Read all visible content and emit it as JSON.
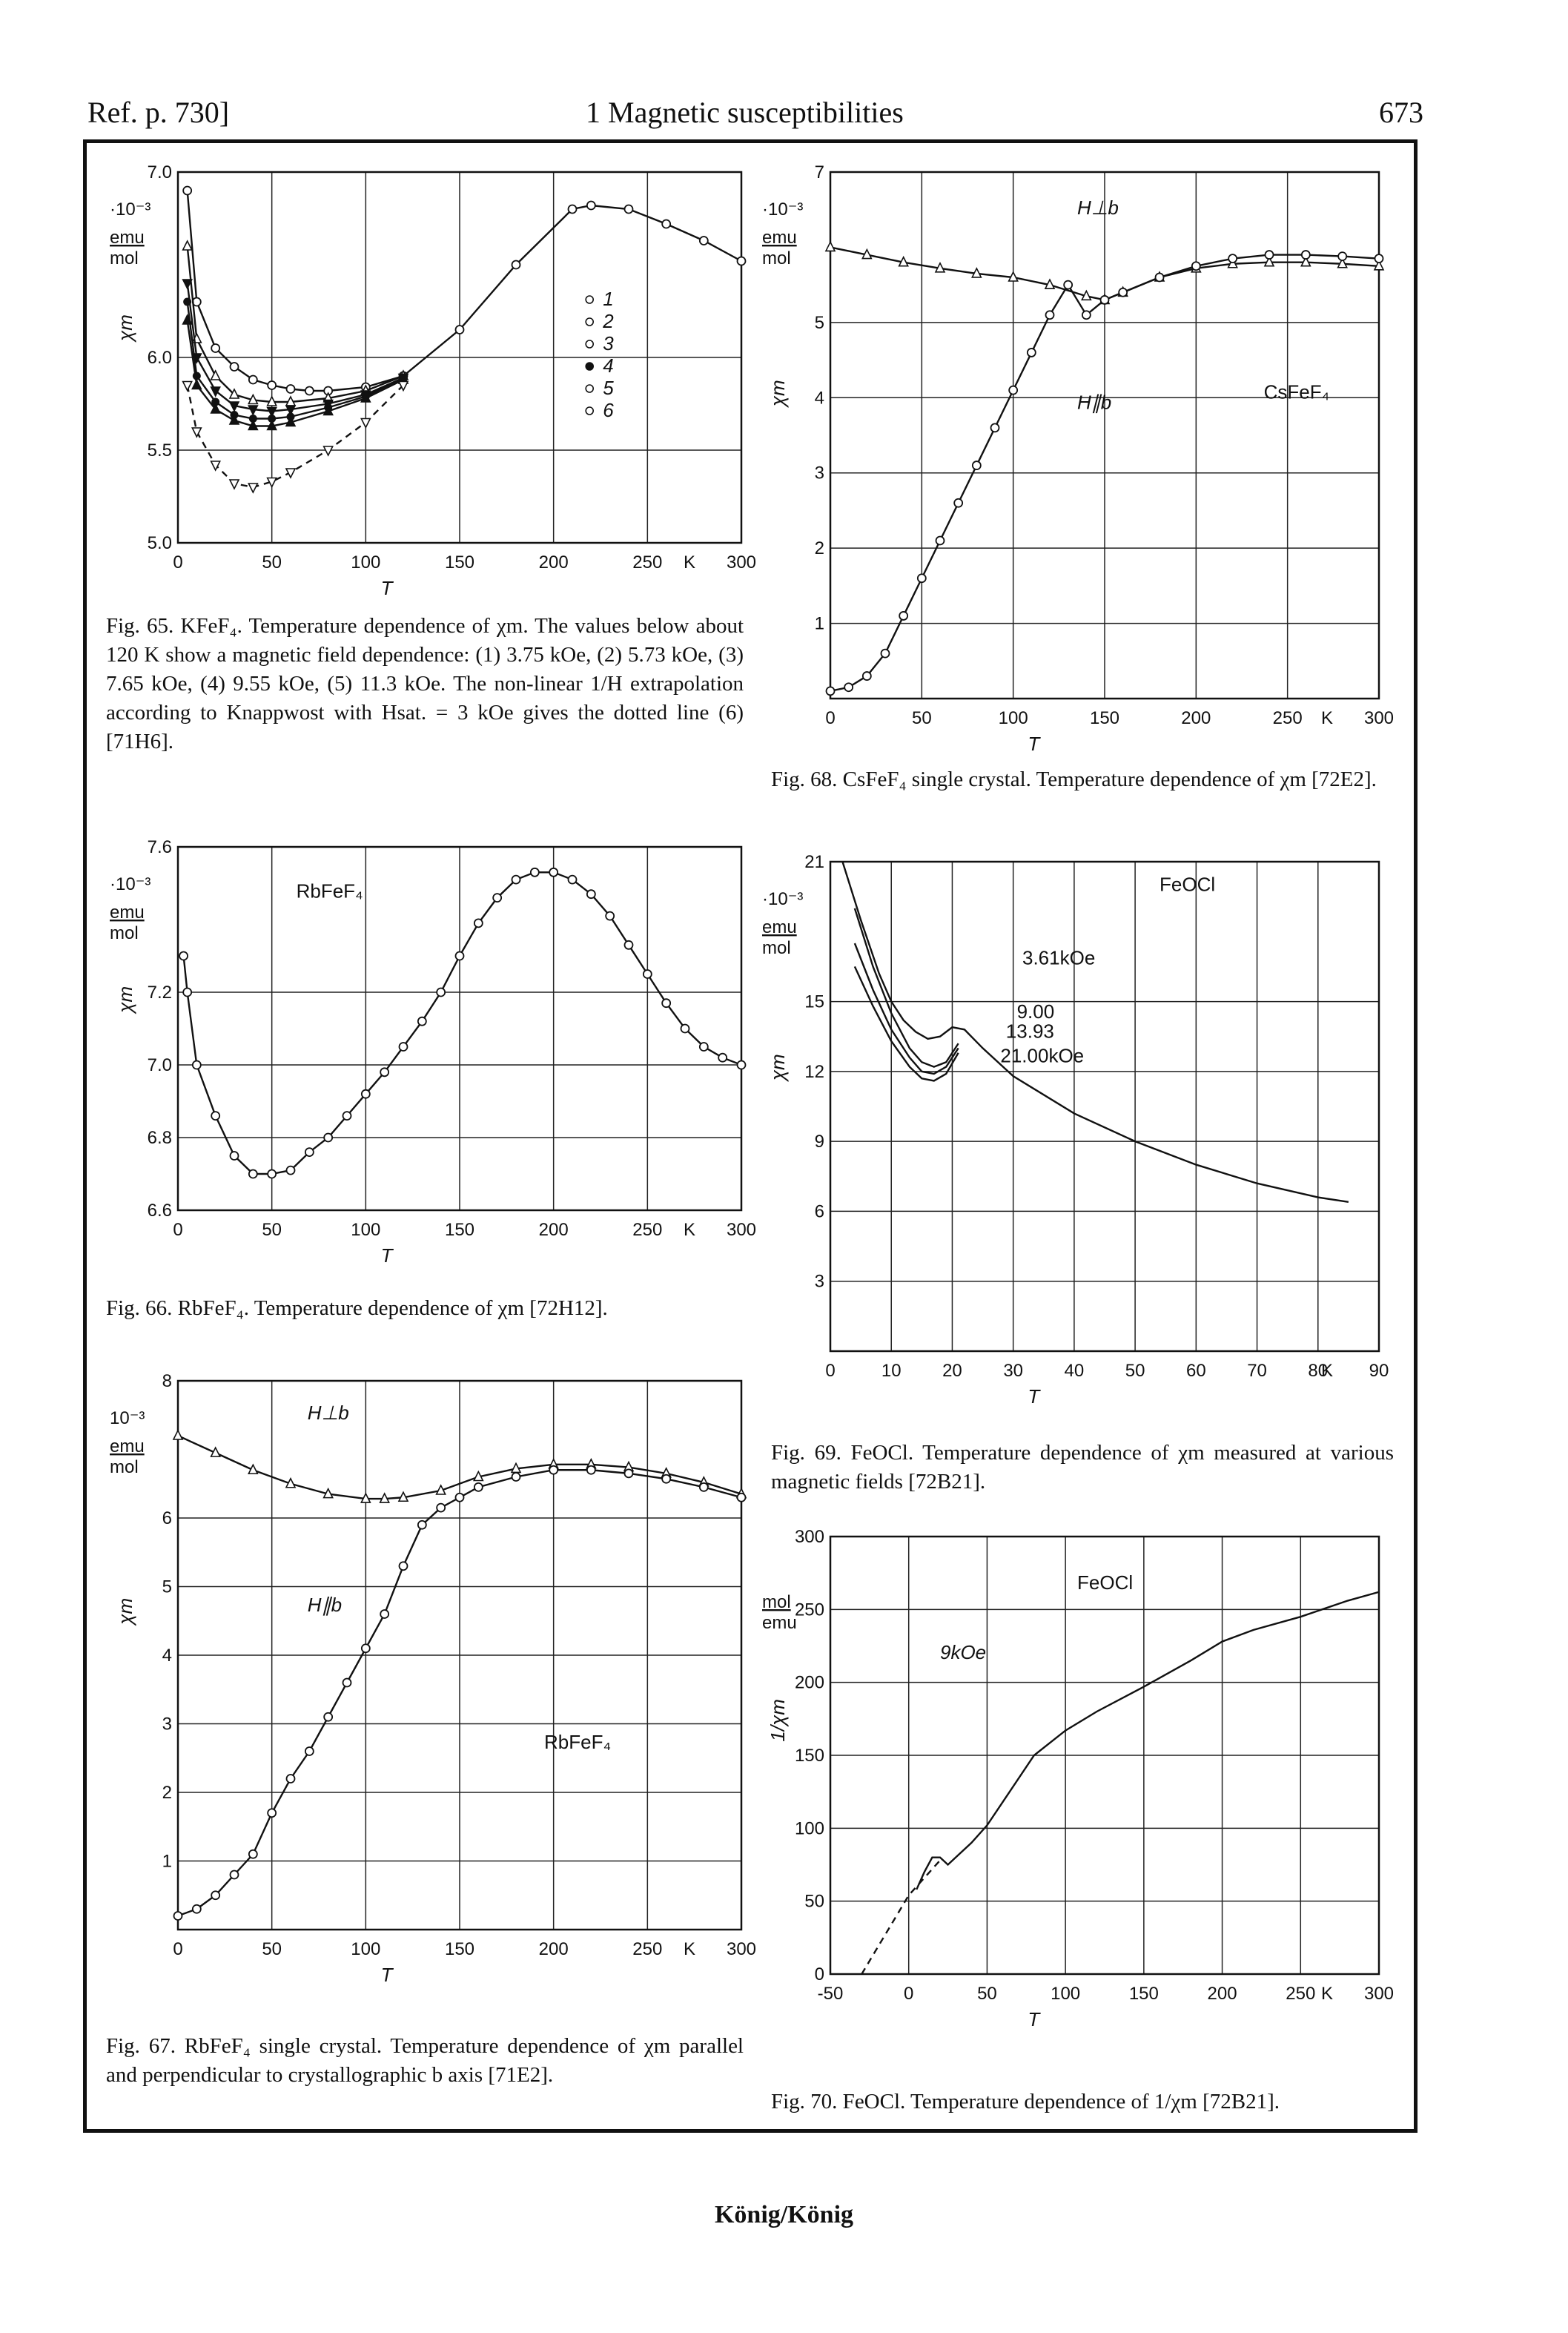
{
  "header": {
    "left": "Ref. p. 730]",
    "center": "1 Magnetic susceptibilities",
    "page": "673"
  },
  "footer": {
    "text": "König/König"
  },
  "captions": {
    "fig65": "Fig. 65. KFeF₄. Temperature dependence of χm. The values below about 120 K show a magnetic field dependence: (1) 3.75 kOe, (2) 5.73 kOe, (3) 7.65 kOe, (4) 9.55 kOe, (5) 11.3 kOe. The non-linear 1/H extrapolation according to Knappwost with Hsat. = 3 kOe gives the dotted line (6) [71H6].",
    "fig66": "Fig. 66. RbFeF₄. Temperature dependence of χm [72H12].",
    "fig67": "Fig. 67. RbFeF₄ single crystal. Temperature dependence of χm parallel and perpendicular to crystallographic b axis [71E2].",
    "fig68": "Fig. 68. CsFeF₄ single crystal. Temperature dependence of χm [72E2].",
    "fig69": "Fig. 69. FeOCl. Temperature dependence of χm measured at various magnetic fields [72B21].",
    "fig70": "Fig. 70. FeOCl. Temperature dependence of 1/χm [72B21]."
  },
  "chart_data": [
    {
      "id": "fig65",
      "type": "line",
      "ylabel": "χm",
      "yunit_scale": "·10⁻³",
      "yunit": "emu/mol",
      "xlabel": "T",
      "xunit": "K",
      "xlim": [
        0,
        300
      ],
      "ylim": [
        5.0,
        7.0
      ],
      "xticks": [
        "0",
        "50",
        "100",
        "150",
        "200",
        "250",
        "300"
      ],
      "yticks": [
        "5.0",
        "5.5",
        "6.0",
        "7.0"
      ],
      "legend": [
        "1",
        "2",
        "3",
        "4",
        "5",
        "6"
      ],
      "series": [
        {
          "name": "1",
          "x": [
            5,
            10,
            20,
            30,
            40,
            50,
            60,
            70,
            80,
            100,
            120,
            150,
            180,
            210,
            220,
            240,
            260,
            280,
            300
          ],
          "y": [
            6.9,
            6.3,
            6.05,
            5.95,
            5.88,
            5.85,
            5.83,
            5.82,
            5.82,
            5.84,
            5.9,
            6.15,
            6.5,
            6.8,
            6.82,
            6.8,
            6.72,
            6.63,
            6.52
          ]
        },
        {
          "name": "2",
          "x": [
            5,
            10,
            20,
            30,
            40,
            50,
            60,
            80,
            100,
            120
          ],
          "y": [
            6.6,
            6.1,
            5.9,
            5.8,
            5.77,
            5.76,
            5.76,
            5.78,
            5.82,
            5.9
          ]
        },
        {
          "name": "3",
          "x": [
            5,
            10,
            20,
            30,
            40,
            50,
            60,
            80,
            100,
            120
          ],
          "y": [
            6.4,
            6.0,
            5.82,
            5.74,
            5.72,
            5.71,
            5.72,
            5.75,
            5.8,
            5.89
          ]
        },
        {
          "name": "4",
          "x": [
            5,
            10,
            20,
            30,
            40,
            50,
            60,
            80,
            100,
            120
          ],
          "y": [
            6.3,
            5.9,
            5.76,
            5.69,
            5.67,
            5.67,
            5.68,
            5.73,
            5.79,
            5.89
          ]
        },
        {
          "name": "5",
          "x": [
            5,
            10,
            20,
            30,
            40,
            50,
            60,
            80,
            100,
            120
          ],
          "y": [
            6.2,
            5.85,
            5.72,
            5.66,
            5.63,
            5.63,
            5.65,
            5.71,
            5.78,
            5.88
          ]
        },
        {
          "name": "6",
          "x": [
            5,
            10,
            20,
            30,
            40,
            50,
            60,
            80,
            100,
            120
          ],
          "y": [
            5.85,
            5.6,
            5.42,
            5.32,
            5.3,
            5.33,
            5.38,
            5.5,
            5.65,
            5.85
          ]
        }
      ]
    },
    {
      "id": "fig66",
      "type": "line",
      "title": "RbFeF₄",
      "ylabel": "χm",
      "yunit_scale": "·10⁻³",
      "yunit": "emu/mol",
      "xlabel": "T",
      "xunit": "K",
      "xlim": [
        0,
        300
      ],
      "ylim": [
        6.6,
        7.6
      ],
      "xticks": [
        "0",
        "50",
        "100",
        "150",
        "200",
        "250",
        "300"
      ],
      "yticks": [
        "6.6",
        "6.8",
        "7.0",
        "7.2",
        "7.6"
      ],
      "series": [
        {
          "name": "",
          "x": [
            3,
            5,
            10,
            20,
            30,
            40,
            50,
            60,
            70,
            80,
            90,
            100,
            110,
            120,
            130,
            140,
            150,
            160,
            170,
            180,
            190,
            200,
            210,
            220,
            230,
            240,
            250,
            260,
            270,
            280,
            290,
            300
          ],
          "y": [
            7.3,
            7.2,
            7.0,
            6.86,
            6.75,
            6.7,
            6.7,
            6.71,
            6.76,
            6.8,
            6.86,
            6.92,
            6.98,
            7.05,
            7.12,
            7.2,
            7.3,
            7.39,
            7.46,
            7.51,
            7.53,
            7.53,
            7.51,
            7.47,
            7.41,
            7.33,
            7.25,
            7.17,
            7.1,
            7.05,
            7.02,
            7.0
          ]
        }
      ]
    },
    {
      "id": "fig67",
      "type": "line",
      "title": "RbFeF₄",
      "ylabel": "χm",
      "yunit_scale": "10⁻³",
      "yunit": "emu/mol",
      "xlabel": "T",
      "xunit": "K",
      "xlim": [
        0,
        300
      ],
      "ylim": [
        0,
        8
      ],
      "xticks": [
        "0",
        "50",
        "100",
        "150",
        "200",
        "250",
        "300"
      ],
      "yticks": [
        "1",
        "2",
        "3",
        "4",
        "5",
        "6",
        "8"
      ],
      "annotations": [
        "H⊥b",
        "H∥b"
      ],
      "series": [
        {
          "name": "H⊥b",
          "x": [
            0,
            20,
            40,
            60,
            80,
            100,
            110,
            120,
            140,
            160,
            180,
            200,
            220,
            240,
            260,
            280,
            300
          ],
          "y": [
            7.2,
            6.95,
            6.7,
            6.5,
            6.35,
            6.28,
            6.28,
            6.3,
            6.4,
            6.6,
            6.72,
            6.78,
            6.78,
            6.74,
            6.65,
            6.52,
            6.35
          ]
        },
        {
          "name": "H∥b",
          "x": [
            0,
            10,
            20,
            30,
            40,
            50,
            60,
            70,
            80,
            90,
            100,
            110,
            120,
            130,
            140,
            150,
            160,
            180,
            200,
            220,
            240,
            260,
            280,
            300
          ],
          "y": [
            0.2,
            0.3,
            0.5,
            0.8,
            1.1,
            1.7,
            2.2,
            2.6,
            3.1,
            3.6,
            4.1,
            4.6,
            5.3,
            5.9,
            6.15,
            6.3,
            6.45,
            6.6,
            6.7,
            6.7,
            6.65,
            6.57,
            6.45,
            6.3
          ]
        }
      ]
    },
    {
      "id": "fig68",
      "type": "line",
      "title": "CsFeF₄",
      "ylabel": "χm",
      "yunit_scale": "·10⁻³",
      "yunit": "emu/mol",
      "xlabel": "T",
      "xunit": "K",
      "xlim": [
        0,
        300
      ],
      "ylim": [
        0,
        7
      ],
      "xticks": [
        "0",
        "50",
        "100",
        "150",
        "200",
        "250",
        "300"
      ],
      "yticks": [
        "1",
        "2",
        "3",
        "4",
        "5",
        "7"
      ],
      "annotations": [
        "H⊥b",
        "H∥b"
      ],
      "series": [
        {
          "name": "H⊥b",
          "x": [
            0,
            20,
            40,
            60,
            80,
            100,
            120,
            140,
            150,
            160,
            180,
            200,
            220,
            240,
            260,
            280,
            300
          ],
          "y": [
            6.0,
            5.9,
            5.8,
            5.72,
            5.65,
            5.6,
            5.5,
            5.35,
            5.3,
            5.4,
            5.6,
            5.72,
            5.78,
            5.8,
            5.8,
            5.78,
            5.75
          ]
        },
        {
          "name": "H∥b",
          "x": [
            0,
            10,
            20,
            30,
            40,
            50,
            60,
            70,
            80,
            90,
            100,
            110,
            120,
            130,
            140,
            150,
            160,
            180,
            200,
            220,
            240,
            260,
            280,
            300
          ],
          "y": [
            0.1,
            0.15,
            0.3,
            0.6,
            1.1,
            1.6,
            2.1,
            2.6,
            3.1,
            3.6,
            4.1,
            4.6,
            5.1,
            5.5,
            5.1,
            5.3,
            5.4,
            5.6,
            5.75,
            5.85,
            5.9,
            5.9,
            5.88,
            5.85
          ]
        }
      ]
    },
    {
      "id": "fig69",
      "type": "line",
      "title": "FeOCl",
      "ylabel": "χm",
      "yunit_scale": "·10⁻³",
      "yunit": "emu/mol",
      "xlabel": "T",
      "xunit": "K",
      "xlim": [
        0,
        90
      ],
      "ylim": [
        0,
        21
      ],
      "xticks": [
        "0",
        "10",
        "20",
        "30",
        "40",
        "50",
        "60",
        "70",
        "80",
        "90"
      ],
      "yticks": [
        "3",
        "6",
        "9",
        "12",
        "15",
        "21"
      ],
      "series": [
        {
          "name": "3.61kOe",
          "x": [
            2,
            5,
            8,
            10,
            12,
            14,
            16,
            18,
            20,
            22,
            25,
            30,
            40,
            50,
            60,
            70,
            80,
            85
          ],
          "y": [
            21,
            18.5,
            16.2,
            15.0,
            14.2,
            13.7,
            13.4,
            13.5,
            13.9,
            13.8,
            13.0,
            11.8,
            10.2,
            9.0,
            8.0,
            7.2,
            6.6,
            6.4
          ]
        },
        {
          "name": "9.00",
          "x": [
            4,
            7,
            10,
            13,
            15,
            17,
            19,
            21
          ],
          "y": [
            19,
            16.5,
            14.5,
            13.0,
            12.4,
            12.2,
            12.4,
            13.2
          ]
        },
        {
          "name": "13.93",
          "x": [
            4,
            7,
            10,
            13,
            15,
            17,
            19,
            21
          ],
          "y": [
            17.5,
            15.5,
            13.8,
            12.6,
            12.0,
            11.9,
            12.2,
            13.0
          ]
        },
        {
          "name": "21.00kOe",
          "x": [
            4,
            7,
            10,
            13,
            15,
            17,
            19,
            21
          ],
          "y": [
            16.5,
            14.8,
            13.3,
            12.2,
            11.7,
            11.6,
            11.9,
            12.8
          ]
        }
      ]
    },
    {
      "id": "fig70",
      "type": "line",
      "title": "FeOCl",
      "ylabel": "1/χm",
      "yunit": "mol/emu",
      "xlabel": "T",
      "xunit": "K",
      "xlim": [
        -50,
        300
      ],
      "ylim": [
        0,
        300
      ],
      "xticks": [
        "-50",
        "0",
        "50",
        "100",
        "150",
        "200",
        "250",
        "300"
      ],
      "yticks": [
        "0",
        "50",
        "100",
        "150",
        "200",
        "250",
        "300"
      ],
      "annotations": [
        "9kOe"
      ],
      "series": [
        {
          "name": "9kOe",
          "x": [
            5,
            10,
            15,
            20,
            25,
            30,
            40,
            50,
            60,
            80,
            100,
            120,
            150,
            180,
            200,
            220,
            250,
            280,
            300
          ],
          "y": [
            58,
            70,
            80,
            80,
            75,
            80,
            90,
            102,
            118,
            150,
            167,
            180,
            197,
            215,
            228,
            236,
            245,
            256,
            262
          ]
        },
        {
          "name": "extrapolation",
          "dashed": true,
          "x": [
            -30,
            0,
            10,
            20
          ],
          "y": [
            0,
            54,
            66,
            78
          ]
        }
      ]
    }
  ]
}
